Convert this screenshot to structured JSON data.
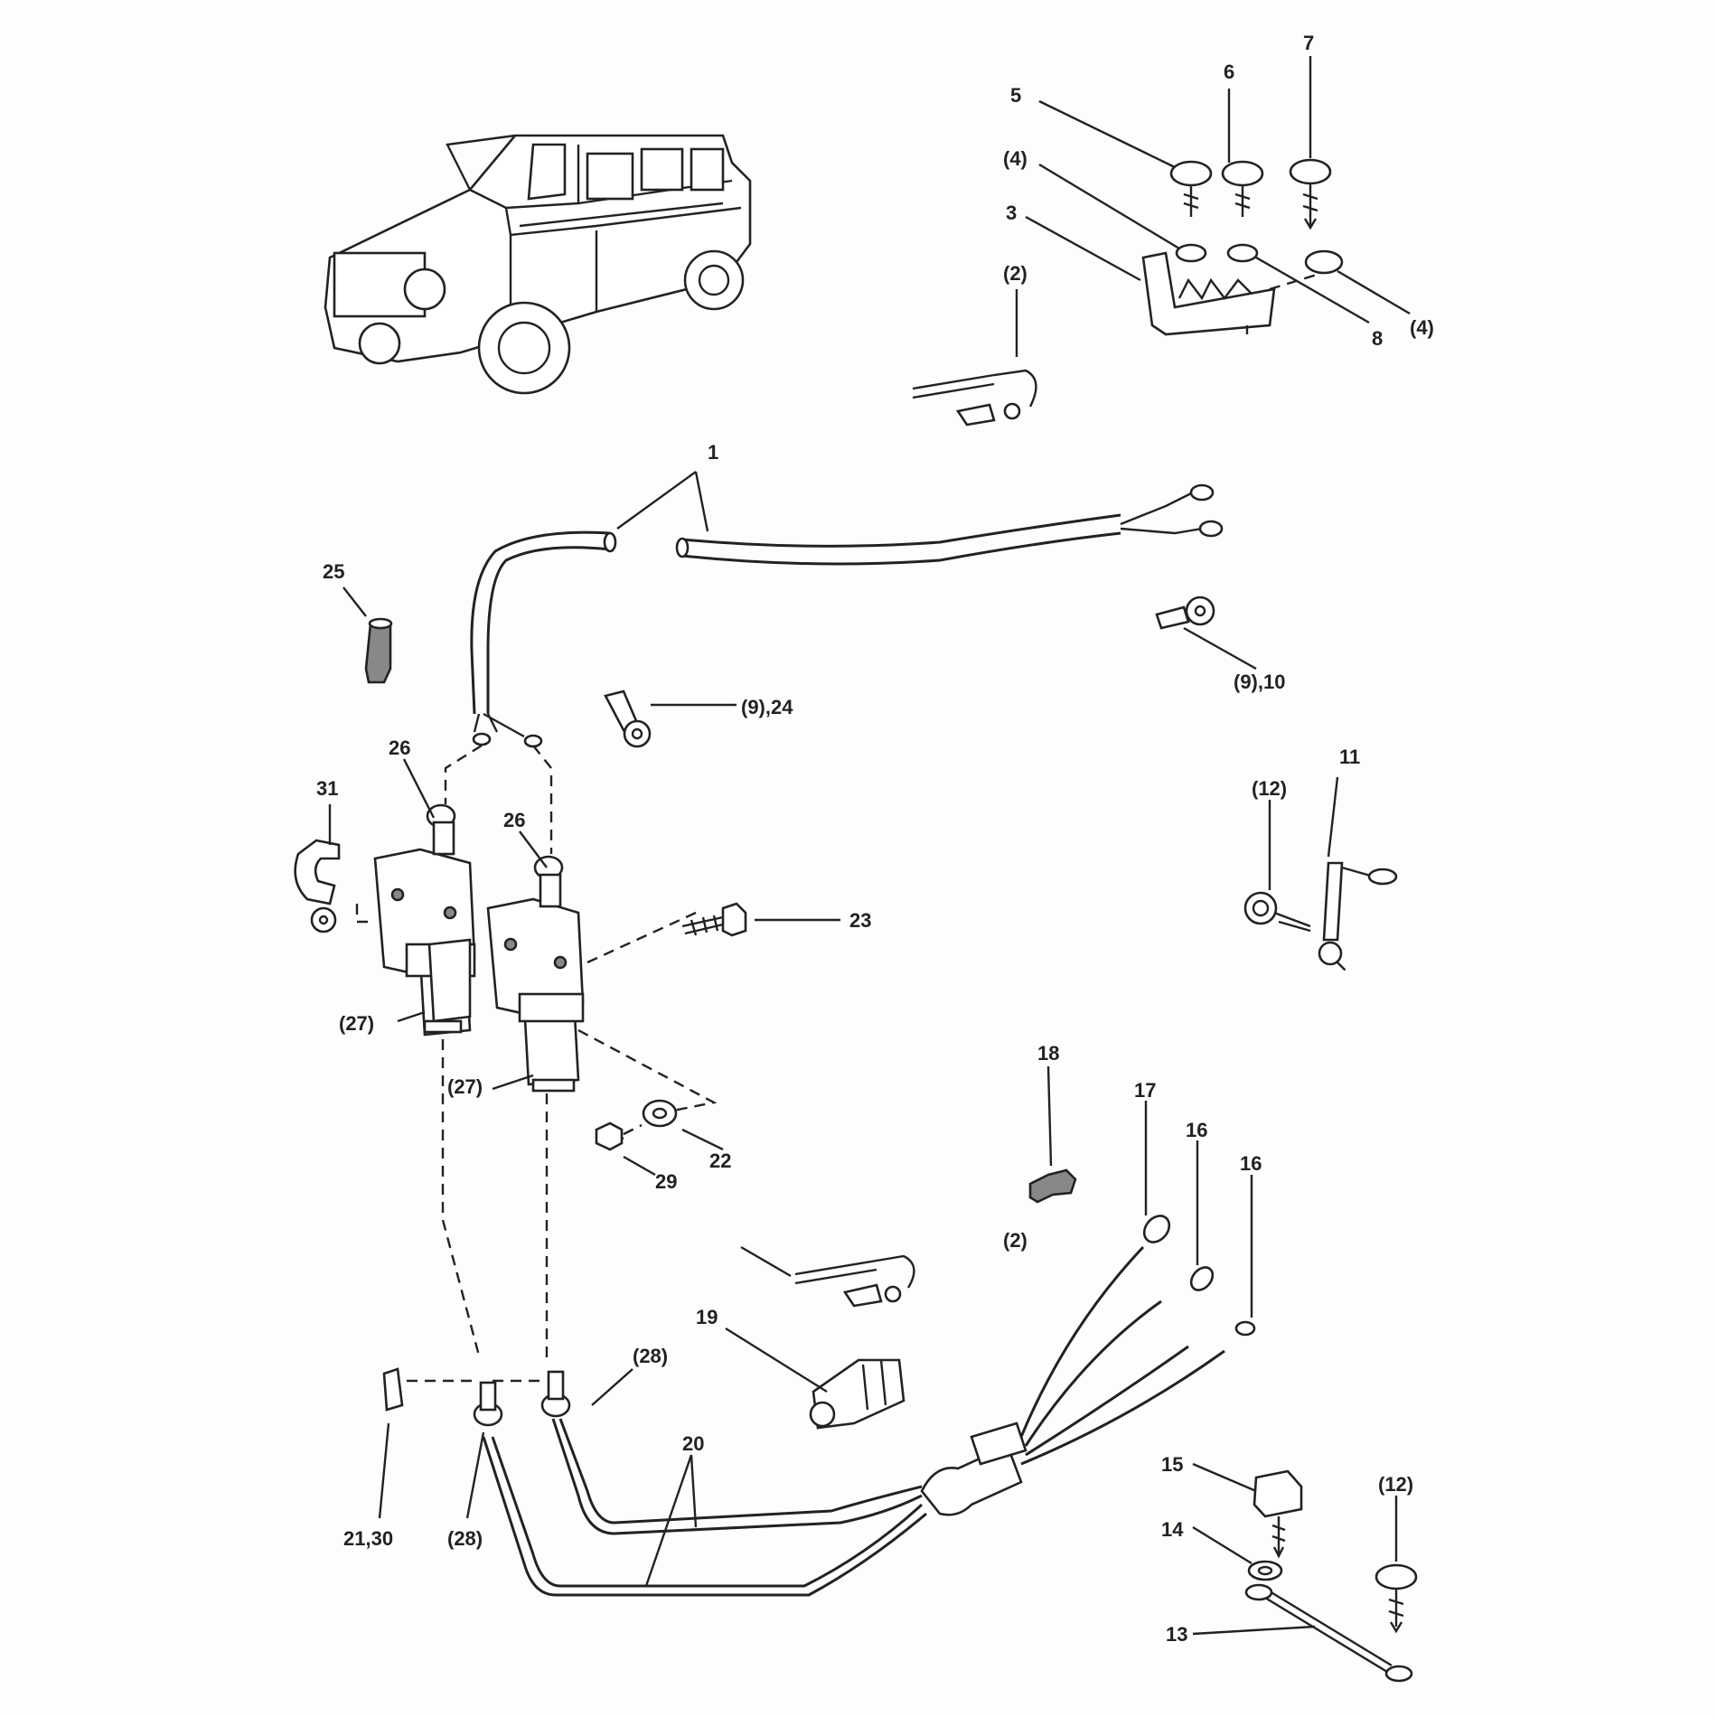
{
  "labels": {
    "l1": "1",
    "l2a": "(2)",
    "l2b": "(2)",
    "l3": "3",
    "l4a": "(4)",
    "l4b": "(4)",
    "l5": "5",
    "l6": "6",
    "l7": "7",
    "l8": "8",
    "l910": "(9),10",
    "l924": "(9),24",
    "l11": "11",
    "l12a": "(12)",
    "l12b": "(12)",
    "l13": "13",
    "l14": "14",
    "l15": "15",
    "l16a": "16",
    "l16b": "16",
    "l17": "17",
    "l18": "18",
    "l19": "19",
    "l20": "20",
    "l2130": "21,30",
    "l22": "22",
    "l23": "23",
    "l25": "25",
    "l26a": "26",
    "l26b": "26",
    "l27a": "(27)",
    "l27b": "(27)",
    "l28a": "(28)",
    "l28b": "(28)",
    "l29": "29",
    "l31": "31"
  },
  "icons": {
    "vehicle": "suv-vehicle-illustration"
  }
}
